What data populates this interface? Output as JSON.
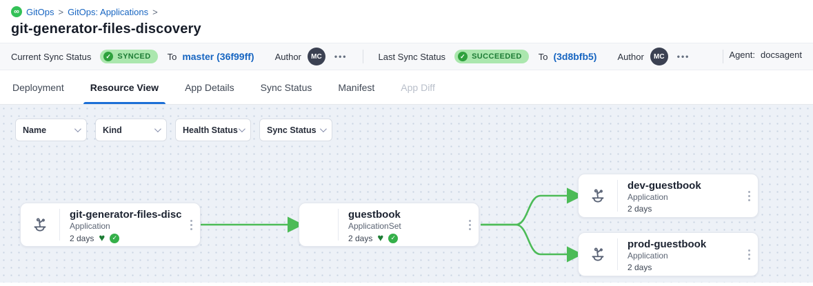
{
  "breadcrumb": {
    "separator": ">",
    "items": [
      {
        "label": "GitOps"
      },
      {
        "label": "GitOps: Applications"
      }
    ]
  },
  "page_title": "git-generator-files-discovery",
  "status_bar": {
    "current_sync": {
      "label": "Current Sync Status",
      "badge": "SYNCED",
      "to": "To",
      "revision": "master (36f99ff)",
      "author_label": "Author",
      "author_initials": "MC"
    },
    "last_sync": {
      "label": "Last Sync Status",
      "badge": "SUCCEEDED",
      "to": "To",
      "revision": "(3d8bfb5)",
      "author_label": "Author",
      "author_initials": "MC"
    },
    "agent_label": "Agent:",
    "agent_value": "docsagent"
  },
  "tabs": [
    {
      "label": "Deployment"
    },
    {
      "label": "Resource View",
      "active": true
    },
    {
      "label": "App Details"
    },
    {
      "label": "Sync Status"
    },
    {
      "label": "Manifest"
    },
    {
      "label": "App Diff",
      "disabled": true
    }
  ],
  "filters": [
    {
      "label": "Name"
    },
    {
      "label": "Kind"
    },
    {
      "label": "Health Status"
    },
    {
      "label": "Sync Status"
    }
  ],
  "graph": {
    "nodes": [
      {
        "title": "git-generator-files-disco...",
        "kind": "Application",
        "age": "2 days",
        "healthy": true,
        "synced": true,
        "has_icon": true
      },
      {
        "title": "guestbook",
        "kind": "ApplicationSet",
        "age": "2 days",
        "healthy": true,
        "synced": true,
        "has_icon": false
      },
      {
        "title": "dev-guestbook",
        "kind": "Application",
        "age": "2 days",
        "has_icon": true
      },
      {
        "title": "prod-guestbook",
        "kind": "Application",
        "age": "2 days",
        "has_icon": true
      }
    ],
    "edges": [
      {
        "from": 0,
        "to": 1
      },
      {
        "from": 1,
        "to": 2
      },
      {
        "from": 1,
        "to": 3
      }
    ]
  },
  "icons": {
    "infinity": "∞",
    "ellipsis": "•••",
    "heart": "♥",
    "check": "✓"
  },
  "colors": {
    "link_blue": "#1765c1",
    "tab_accent": "#1b6fd6",
    "badge_bg": "#abe7ae",
    "badge_text": "#1d7c35",
    "badge_check": "#2ea13d",
    "edge_green": "#4cbb57",
    "heart_green": "#1c7c33",
    "synced_check": "#35b04a",
    "avatar_bg": "#3b4152",
    "logo_green": "#33c157"
  }
}
